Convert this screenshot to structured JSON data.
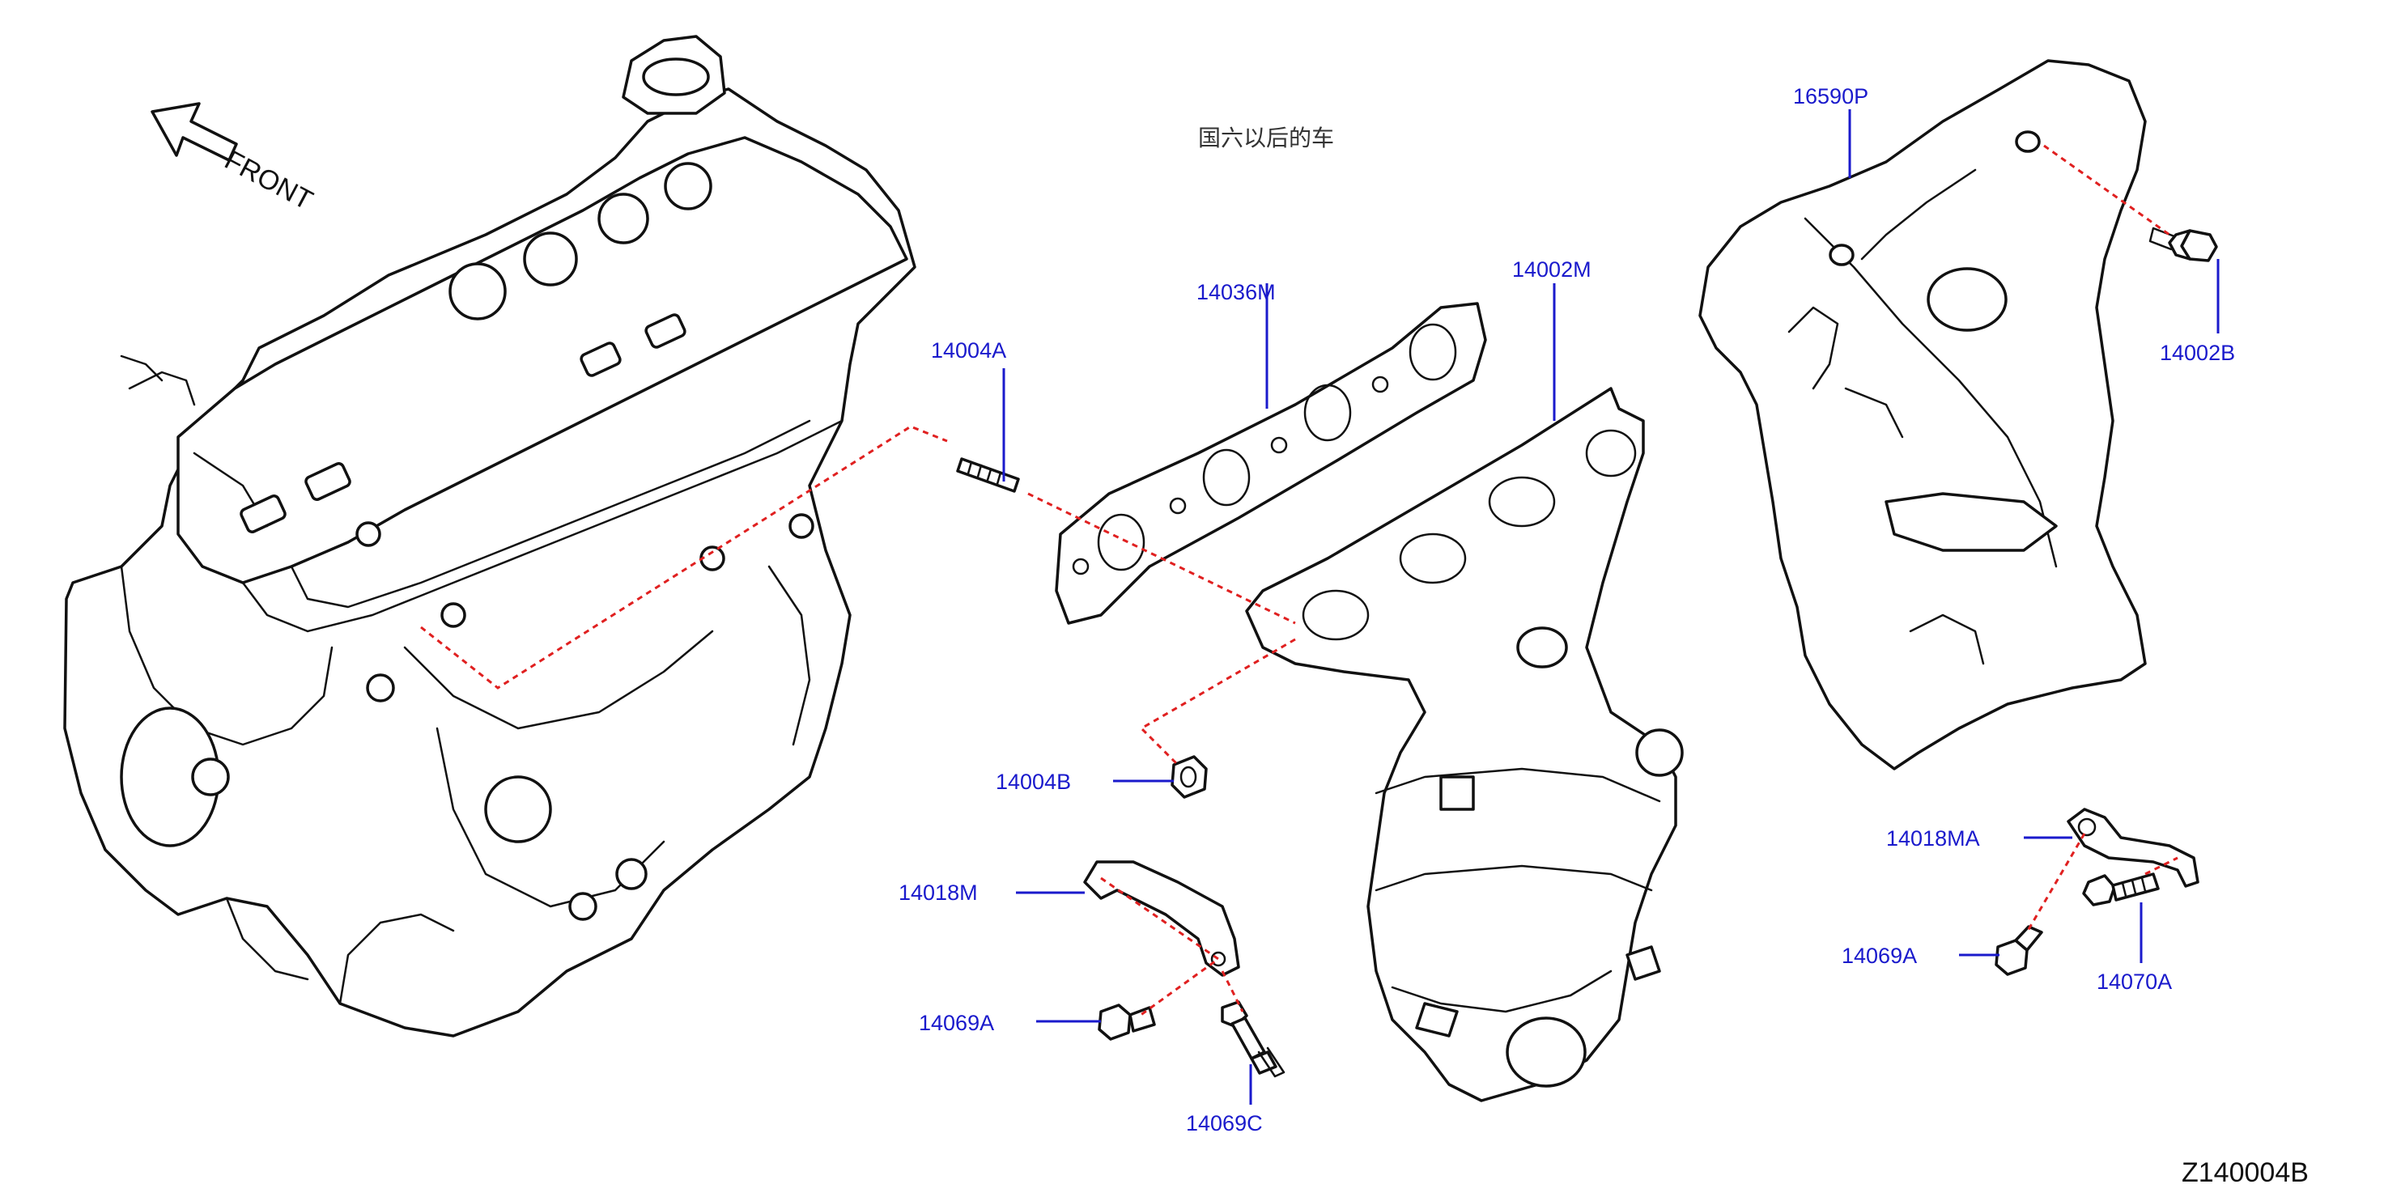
{
  "note_text": "国六以后的车",
  "front_label": "FRONT",
  "drawing_code": "Z140004B",
  "parts": {
    "p14004A": "14004A",
    "p14036M": "14036M",
    "p14002M": "14002M",
    "p16590P": "16590P",
    "p14002B": "14002B",
    "p14004B": "14004B",
    "p14018M": "14018M",
    "p14069A_left": "14069A",
    "p14069C": "14069C",
    "p14018MA": "14018MA",
    "p14069A_right": "14069A",
    "p14070A": "14070A"
  },
  "colors": {
    "label": "#1a1acc",
    "leader": "#1a1acc",
    "dashed_reference": "#e02020",
    "line_art": "#111111"
  }
}
